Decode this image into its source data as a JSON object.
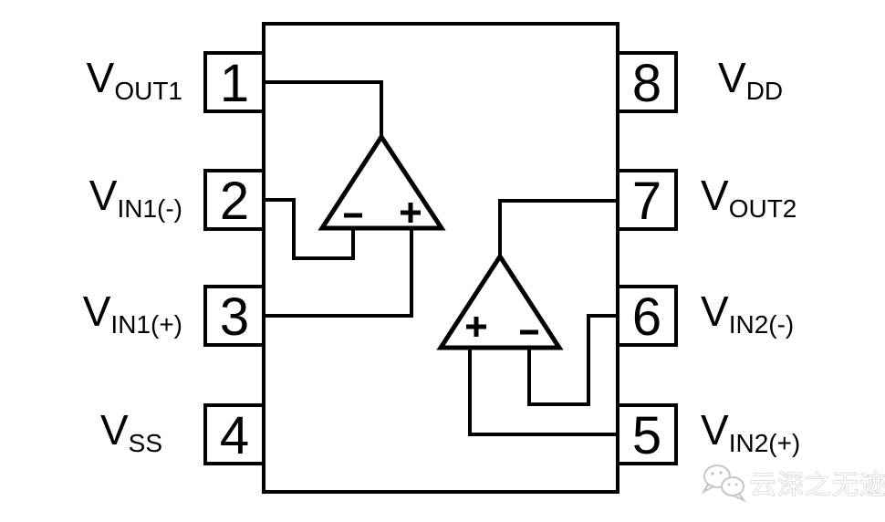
{
  "colors": {
    "line": "#000000",
    "background": "#ffffff",
    "watermark": "#c6c6c6"
  },
  "pins": {
    "left": [
      {
        "number": "1",
        "label_main": "V",
        "label_sub": "OUT1"
      },
      {
        "number": "2",
        "label_main": "V",
        "label_sub": "IN1(-)"
      },
      {
        "number": "3",
        "label_main": "V",
        "label_sub": "IN1(+)"
      },
      {
        "number": "4",
        "label_main": "V",
        "label_sub": "SS"
      }
    ],
    "right": [
      {
        "number": "8",
        "label_main": "V",
        "label_sub": "DD"
      },
      {
        "number": "7",
        "label_main": "V",
        "label_sub": "OUT2"
      },
      {
        "number": "6",
        "label_main": "V",
        "label_sub": "IN2(-)"
      },
      {
        "number": "5",
        "label_main": "V",
        "label_sub": "IN2(+)"
      }
    ]
  },
  "opamps": [
    {
      "id": "opamp-1",
      "left_input_sign": "-",
      "right_input_sign": "+"
    },
    {
      "id": "opamp-2",
      "left_input_sign": "+",
      "right_input_sign": "-"
    }
  ],
  "watermark": {
    "text": "云深之无迹",
    "icon": "wechat-logo-icon"
  }
}
